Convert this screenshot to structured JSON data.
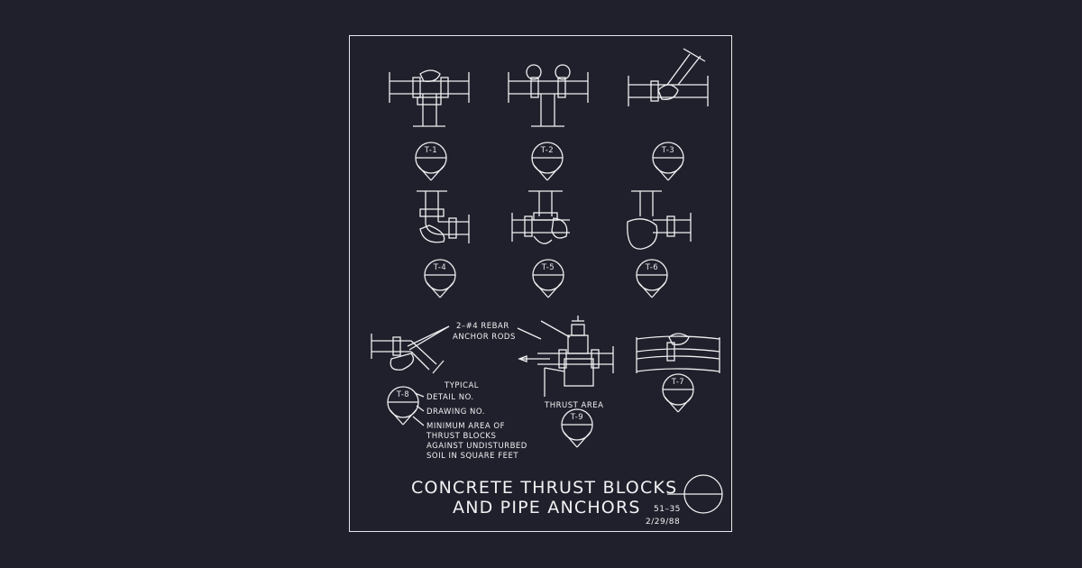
{
  "colors": {
    "background": "#1f202b",
    "linework": "#f0f0f2"
  },
  "details": [
    {
      "id": "t1",
      "tag": "T-1"
    },
    {
      "id": "t2",
      "tag": "T-2"
    },
    {
      "id": "t3",
      "tag": "T-3"
    },
    {
      "id": "t4",
      "tag": "T-4"
    },
    {
      "id": "t5",
      "tag": "T-5"
    },
    {
      "id": "t6",
      "tag": "T-6"
    },
    {
      "id": "t7",
      "tag": "T-7"
    },
    {
      "id": "t8",
      "tag": "T-8"
    },
    {
      "id": "t9",
      "tag": "T-9"
    }
  ],
  "notes": {
    "rebar_line1": "2–#4 REBAR",
    "rebar_line2": "ANCHOR RODS",
    "thrust_area": "THRUST AREA",
    "typical": "TYPICAL",
    "detail_no": "DETAIL NO.",
    "drawing_no": "DRAWING NO.",
    "min_area_1": "MINIMUM AREA OF",
    "min_area_2": "THRUST BLOCKS",
    "min_area_3": "AGAINST UNDISTURBED",
    "min_area_4": "SOIL IN SQUARE FEET"
  },
  "title_block": {
    "title_line1": "CONCRETE THRUST BLOCKS",
    "title_line2": "AND PIPE ANCHORS",
    "sheet_number": "51–35",
    "date": "2/29/88"
  }
}
